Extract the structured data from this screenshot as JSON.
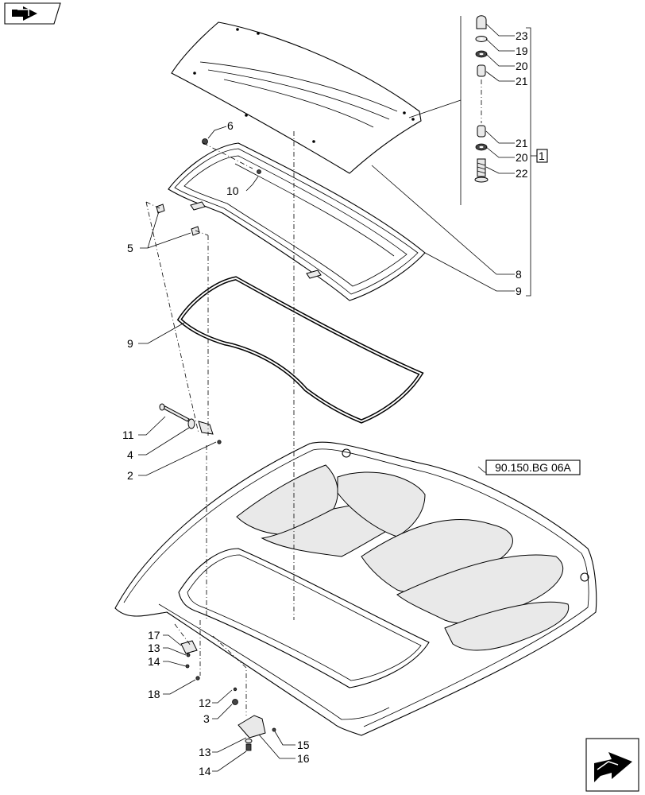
{
  "callouts": {
    "c23": "23",
    "c19": "19",
    "c20a": "20",
    "c21a": "21",
    "c21b": "21",
    "c20b": "20",
    "c22": "22",
    "c1": "1",
    "c8": "8",
    "c9a": "9",
    "c6": "6",
    "c10": "10",
    "c5": "5",
    "c9b": "9",
    "c11": "11",
    "c4": "4",
    "c2": "2",
    "c17": "17",
    "c13a": "13",
    "c14a": "14",
    "c18": "18",
    "c12": "12",
    "c3": "3",
    "c15": "15",
    "c16": "16",
    "c13b": "13",
    "c14b": "14"
  },
  "reference_label": "90.150.BG 06A",
  "icons": {
    "top_left": "previous-page-arrow-icon",
    "bottom_right": "next-page-arrow-icon"
  }
}
